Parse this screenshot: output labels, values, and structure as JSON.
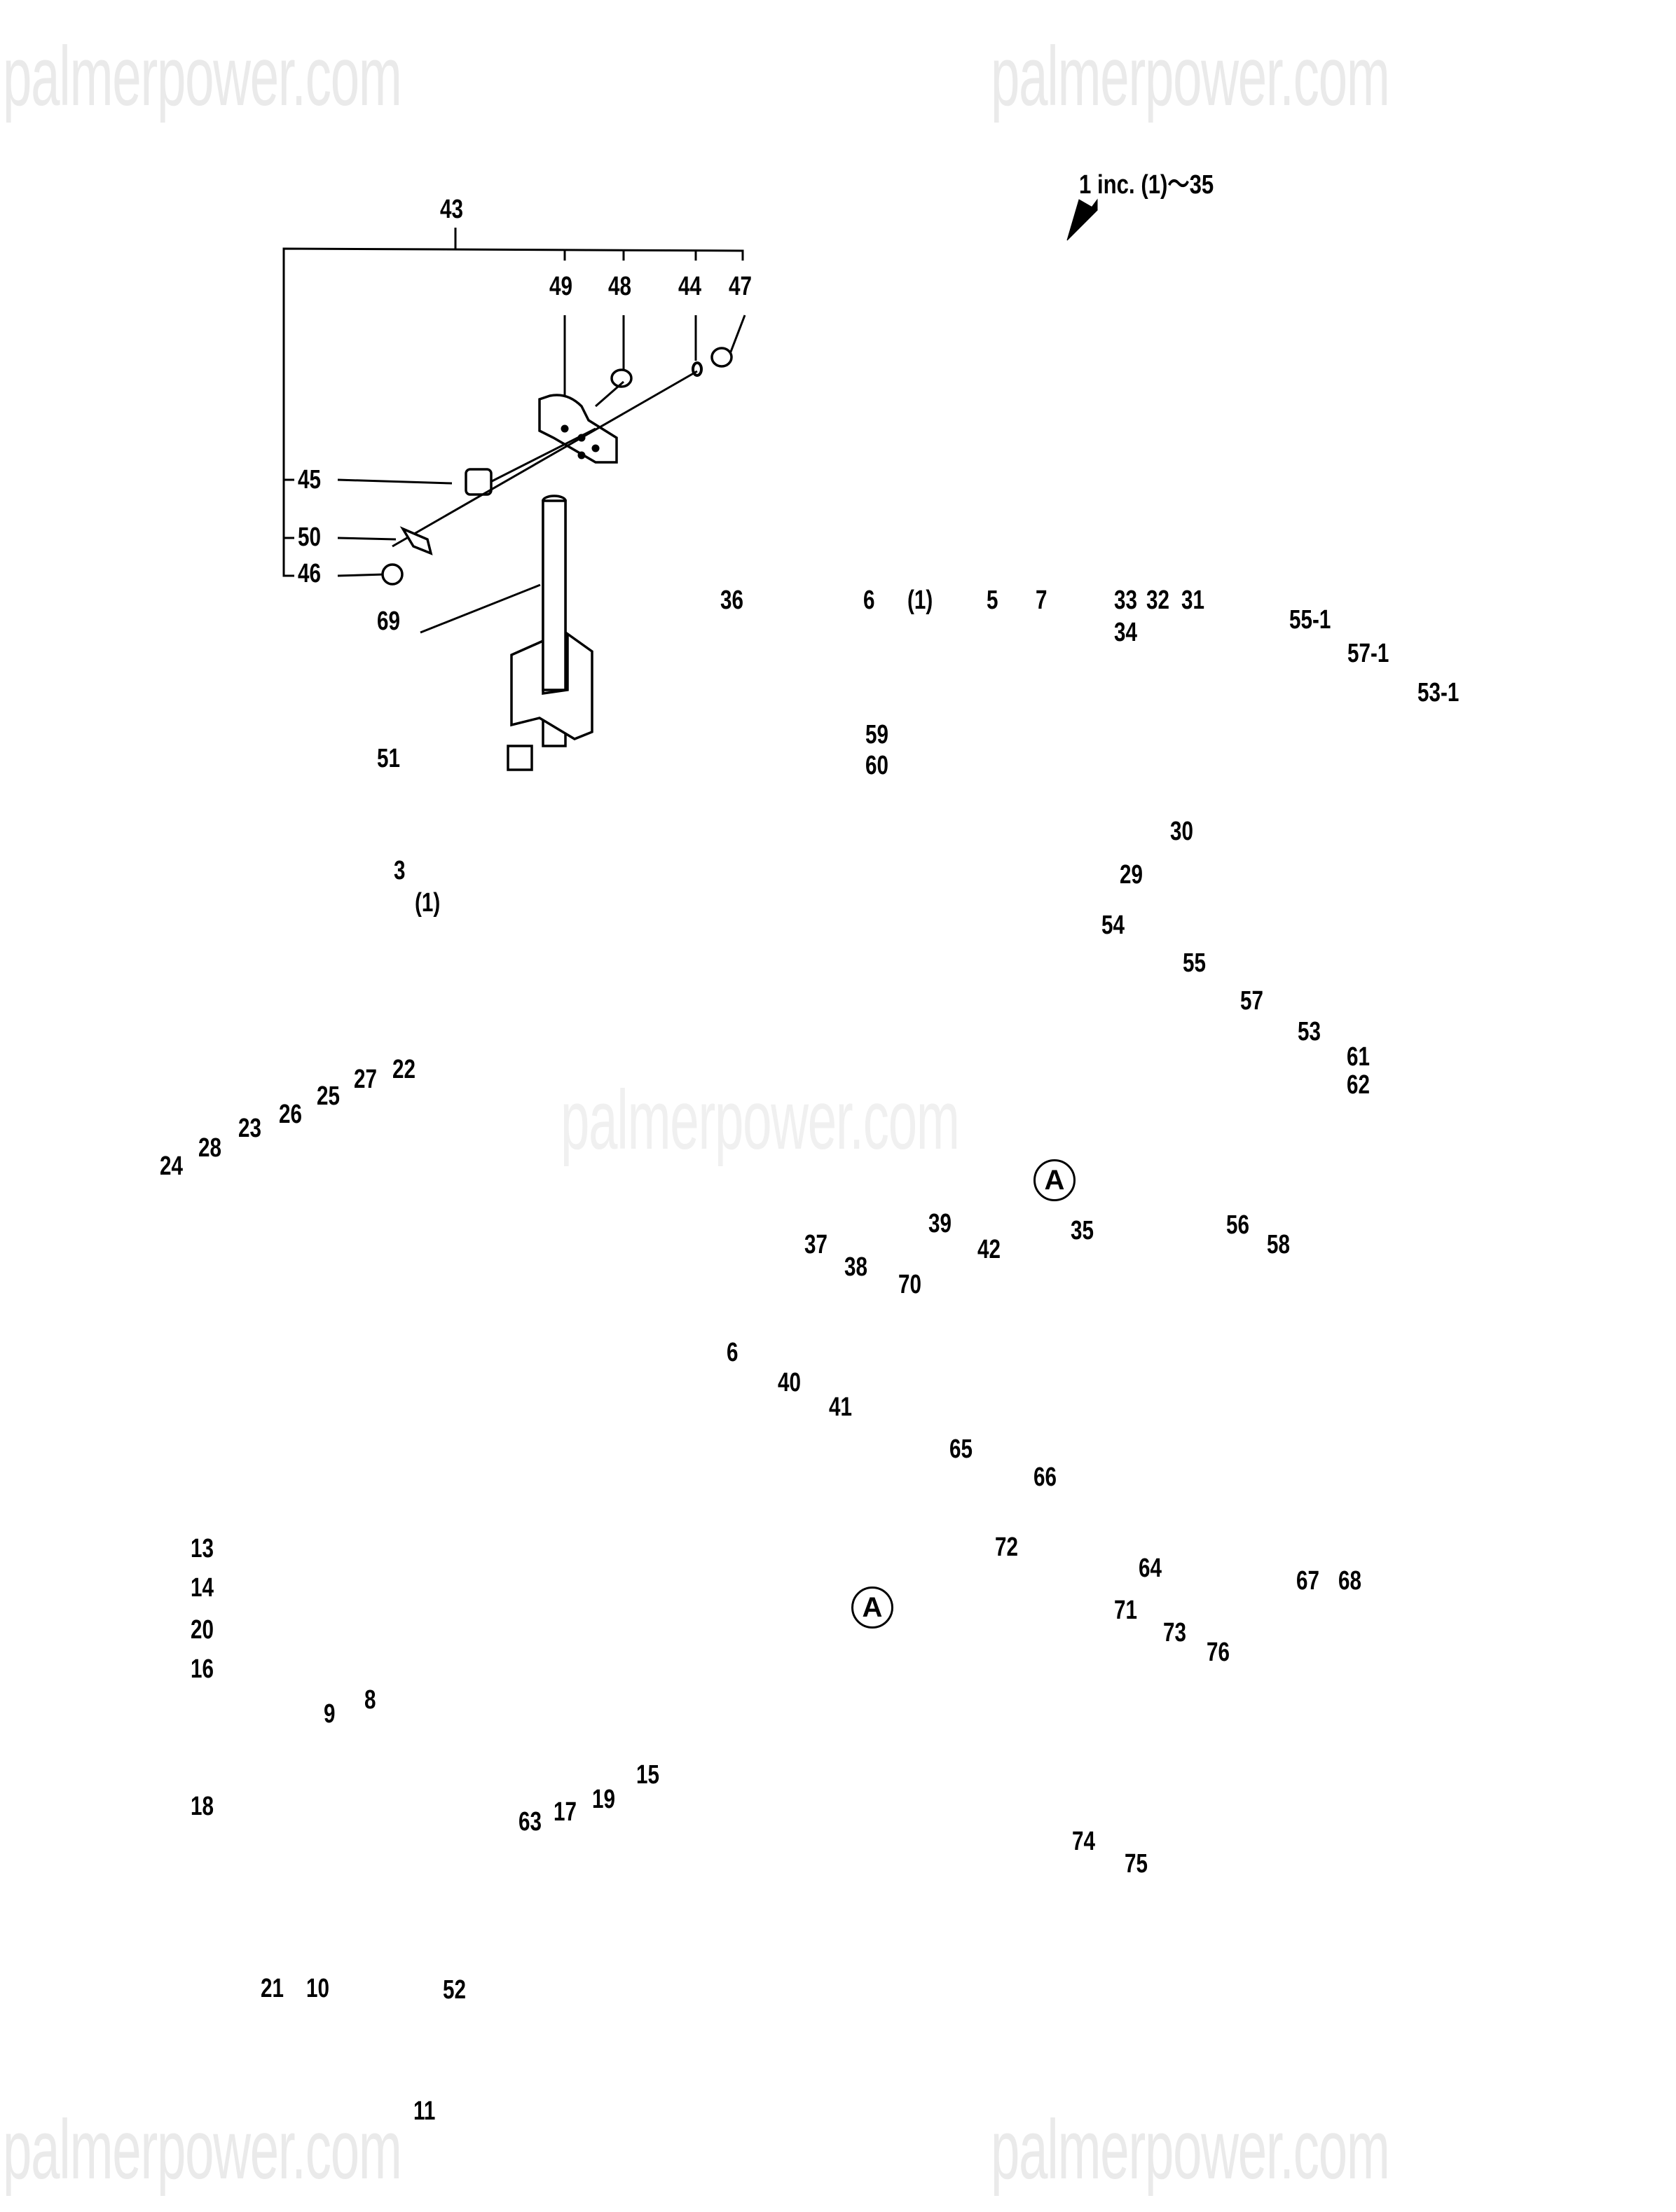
{
  "watermark": "palmerpower.com",
  "header_note": "1 inc. (1)～35",
  "assemblies": {
    "lever_assembly": {
      "label": "43",
      "members": [
        "49",
        "48",
        "44",
        "47",
        "45",
        "50",
        "46"
      ]
    },
    "governor_assembly": {
      "label": "11",
      "members": [
        "13",
        "14",
        "20",
        "16",
        "18",
        "21",
        "10",
        "52",
        "17",
        "19",
        "15"
      ]
    },
    "linkage_bracket": {
      "label": "52"
    }
  },
  "inset": {
    "labels": [
      "55-1",
      "57-1",
      "53-1"
    ]
  },
  "callout_symbol": "A",
  "labels": {
    "l43": "43",
    "l49": "49",
    "l48": "48",
    "l44": "44",
    "l47": "47",
    "l45": "45",
    "l50": "50",
    "l46": "46",
    "l69": "69",
    "l51": "51",
    "l36": "36",
    "l6a": "6",
    "l1a": "(1)",
    "l5": "5",
    "l7": "7",
    "l33": "33",
    "l34": "34",
    "l32": "32",
    "l31": "31",
    "l30": "30",
    "l29": "29",
    "l59": "59",
    "l60": "60",
    "l3": "3",
    "l1b": "(1)",
    "l54": "54",
    "l55": "55",
    "l57": "57",
    "l53": "53",
    "l61": "61",
    "l62": "62",
    "l22": "22",
    "l27": "27",
    "l25": "25",
    "l26": "26",
    "l23": "23",
    "l28": "28",
    "l24": "24",
    "l39": "39",
    "l42": "42",
    "l35": "35",
    "l37": "37",
    "l38": "38",
    "l70": "70",
    "l6b": "6",
    "l40": "40",
    "l41": "41",
    "l56": "56",
    "l58": "58",
    "l65": "65",
    "l66": "66",
    "l64": "64",
    "l67": "67",
    "l68": "68",
    "l13": "13",
    "l14": "14",
    "l20": "20",
    "l16": "16",
    "l9": "9",
    "l8": "8",
    "l18": "18",
    "l63": "63",
    "l17": "17",
    "l19": "19",
    "l15": "15",
    "l21": "21",
    "l10": "10",
    "l52": "52",
    "l11": "11",
    "l72": "72",
    "l71": "71",
    "l73": "73",
    "l76": "76",
    "l74": "74",
    "l75": "75"
  }
}
